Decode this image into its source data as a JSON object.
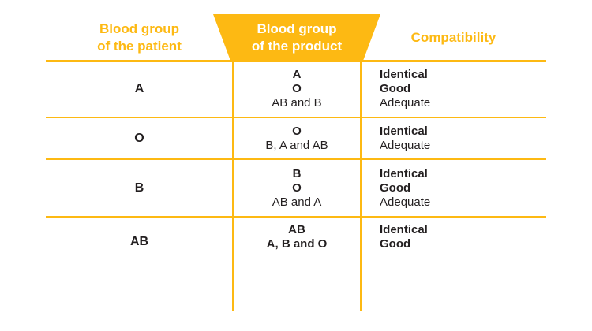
{
  "colors": {
    "accent_yellow": "#fdb913",
    "text_black": "#231f20",
    "product_header_text": "#ffffff",
    "background": "#ffffff"
  },
  "header": {
    "patient_line1": "Blood group",
    "patient_line2": "of the patient",
    "product_line1": "Blood group",
    "product_line2": "of the product",
    "compatibility": "Compatibility"
  },
  "rows": [
    {
      "patient": "A",
      "product": [
        "A",
        "O",
        "AB and B"
      ],
      "compatibility": [
        "Identical",
        "Good",
        "Adequate"
      ]
    },
    {
      "patient": "O",
      "product": [
        "O",
        "B, A and AB"
      ],
      "compatibility": [
        "Identical",
        "Adequate"
      ]
    },
    {
      "patient": "B",
      "product": [
        "B",
        "O",
        "AB and A"
      ],
      "compatibility": [
        "Identical",
        "Good",
        "Adequate"
      ]
    },
    {
      "patient": "AB",
      "product": [
        "AB",
        "A, B and O"
      ],
      "compatibility": [
        "Identical",
        "Good"
      ]
    }
  ]
}
